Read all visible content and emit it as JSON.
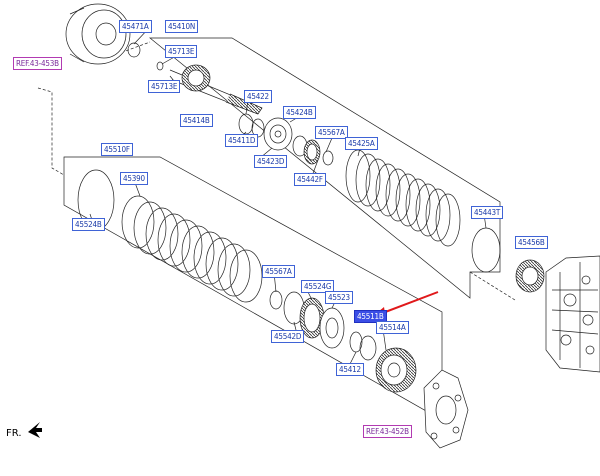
{
  "labels": {
    "l45471a": "45471A",
    "l45410n": "45410N",
    "l45713e_top": "45713E",
    "l45713e_bot": "45713E",
    "l45414b": "45414B",
    "l45422": "45422",
    "l45411d": "45411D",
    "l45424b": "45424B",
    "l45423d": "45423D",
    "l45567a_top": "45567A",
    "l45425a": "45425A",
    "l45442f": "45442F",
    "l45510f": "45510F",
    "l45390": "45390",
    "l45524b": "45524B",
    "l45443t": "45443T",
    "l45456b": "45456B",
    "l45567a_bot": "45567A",
    "l45524g": "45524G",
    "l45523": "45523",
    "l45511b": "45511B",
    "l45514a": "45514A",
    "l45542d": "45542D",
    "l45412": "45412",
    "ref_top": "REF.43-453B",
    "ref_bot": "REF.43-452B"
  },
  "direction_label": "FR.",
  "colors": {
    "label_border": "#3f63d6",
    "ref_border": "#b23ab2",
    "highlight": "#3b4ee6",
    "arrow": "#e0191b"
  }
}
